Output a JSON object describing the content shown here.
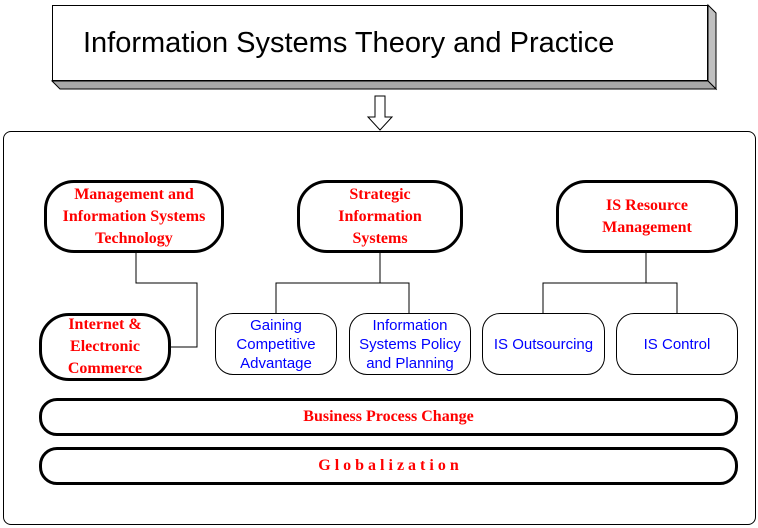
{
  "title": "Information Systems Theory and Practice",
  "nodes": {
    "management": "Management and\nInformation Systems\nTechnology",
    "strategic": "Strategic\nInformation\nSystems",
    "resource": "IS Resource\nManagement",
    "internet": "Internet &\nElectronic\nCommerce",
    "gaining": "Gaining\nCompetitive\nAdvantage",
    "policy": "Information\nSystems Policy\nand Planning",
    "outsourcing": "IS Outsourcing",
    "control": "IS Control"
  },
  "bars": {
    "business": "Business Process Change",
    "globalization": "G l o b a l i z a t i o n"
  },
  "colors": {
    "primary_text": "#ff0000",
    "secondary_text": "#0000ff",
    "shadow": "#c0c0c0"
  }
}
